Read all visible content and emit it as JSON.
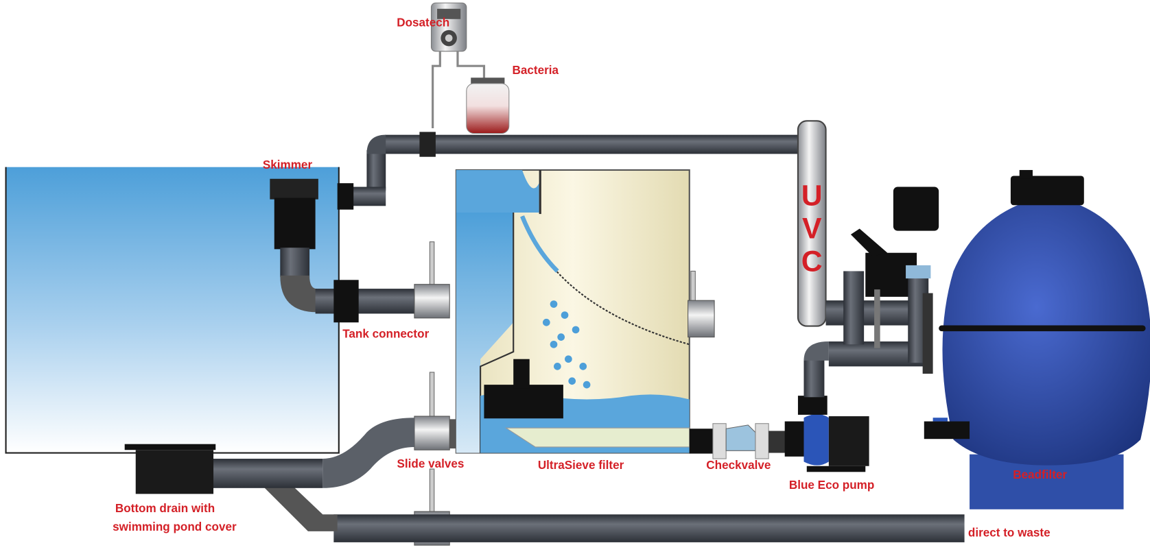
{
  "labels": {
    "dosatech": "Dosatech",
    "bacteria": "Bacteria",
    "skimmer": "Skimmer",
    "tank_connector": "Tank connector",
    "slide_valves": "Slide valves",
    "ultrasieve": "UltraSieve filter",
    "checkvalve": "Checkvalve",
    "pump": "Blue Eco pump",
    "beadfilter": "Beadfilter",
    "bottom_drain_line1": "Bottom drain with",
    "bottom_drain_line2": "swimming pond cover",
    "waste": "direct to waste"
  },
  "uvc": {
    "u": "U",
    "v": "V",
    "c": "C"
  },
  "colors": {
    "label": "#d42027",
    "pipe": "#4a4f57",
    "water": "#5aa6dc",
    "filter_body": "#efe8c8",
    "beadfilter": "#2f4fa8"
  }
}
